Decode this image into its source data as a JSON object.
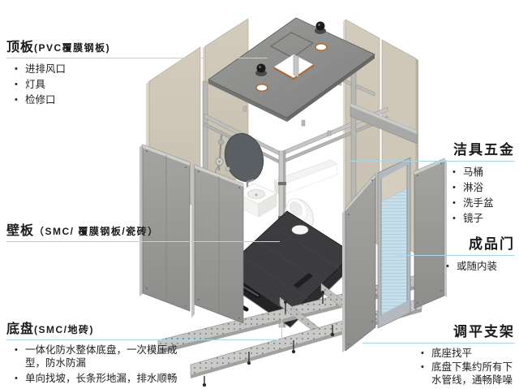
{
  "slide": {
    "background": "#ffffff",
    "leader_color": "#a9d6e8"
  },
  "labels": {
    "top_panel": {
      "title": "顶板",
      "subtitle": "(PVC覆膜钢板)",
      "bullets": [
        "进排风口",
        "灯具",
        "检修口"
      ]
    },
    "wall_panel": {
      "title": "壁板",
      "subtitle": "（SMC/ 覆膜钢板/瓷砖）",
      "bullets": []
    },
    "base_panel": {
      "title": "底盘",
      "subtitle": "(SMC/地砖)",
      "bullets": [
        "一体化防水整体底盘，一次模压成型，防水防漏",
        "单向找坡，长条形地漏，排水顺畅"
      ]
    },
    "fixtures": {
      "title": "洁具五金",
      "bullets": [
        "马桶",
        "淋浴",
        "洗手盆",
        "镜子"
      ]
    },
    "door": {
      "title": "成品门",
      "bullets": [
        "或随内装"
      ]
    },
    "leveling": {
      "title": "调平支架",
      "bullets": [
        "底座找平",
        "底盘下集约所有下水管线，通畅降噪"
      ]
    }
  },
  "diagram_colors": {
    "beige_panel": "#cdc5b5",
    "gray_panel": "#9a9a98",
    "roof": "#8d8d8b",
    "base_tray": "#3c3c3e",
    "rail": "#c6c6c4",
    "door_glass": "#c7dfe9",
    "fixture_white": "#fafaf8",
    "mirror": "#5a5f63",
    "accent_orange": "#ad6728"
  }
}
